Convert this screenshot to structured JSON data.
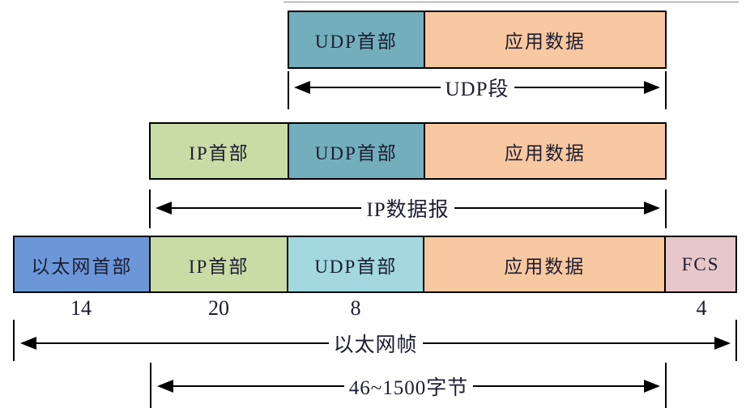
{
  "diagram": {
    "rows": [
      {
        "name": "udp-segment-row",
        "segments": [
          {
            "label": "UDP首部",
            "color": "#72aebb"
          },
          {
            "label": "应用数据",
            "color": "#f8c8a0"
          }
        ]
      },
      {
        "name": "ip-datagram-row",
        "segments": [
          {
            "label": "IP首部",
            "color": "#c9dca6"
          },
          {
            "label": "UDP首部",
            "color": "#72aebb"
          },
          {
            "label": "应用数据",
            "color": "#f8c8a0"
          }
        ]
      },
      {
        "name": "ethernet-frame-row",
        "segments": [
          {
            "label": "以太网首部",
            "color": "#6b97d8"
          },
          {
            "label": "IP首部",
            "color": "#c9dca6"
          },
          {
            "label": "UDP首部",
            "color": "#a3d8e1"
          },
          {
            "label": "应用数据",
            "color": "#f8c8a0"
          },
          {
            "label": "FCS",
            "color": "#e7c7c9"
          }
        ]
      }
    ],
    "spans": {
      "udp_segment": "UDP段",
      "ip_datagram": "IP数据报",
      "ethernet_frame": "以太网帧",
      "payload_size": "46~1500字节"
    },
    "byte_counts": {
      "ethernet_header": "14",
      "ip_header": "20",
      "udp_header": "8",
      "fcs": "4"
    }
  }
}
